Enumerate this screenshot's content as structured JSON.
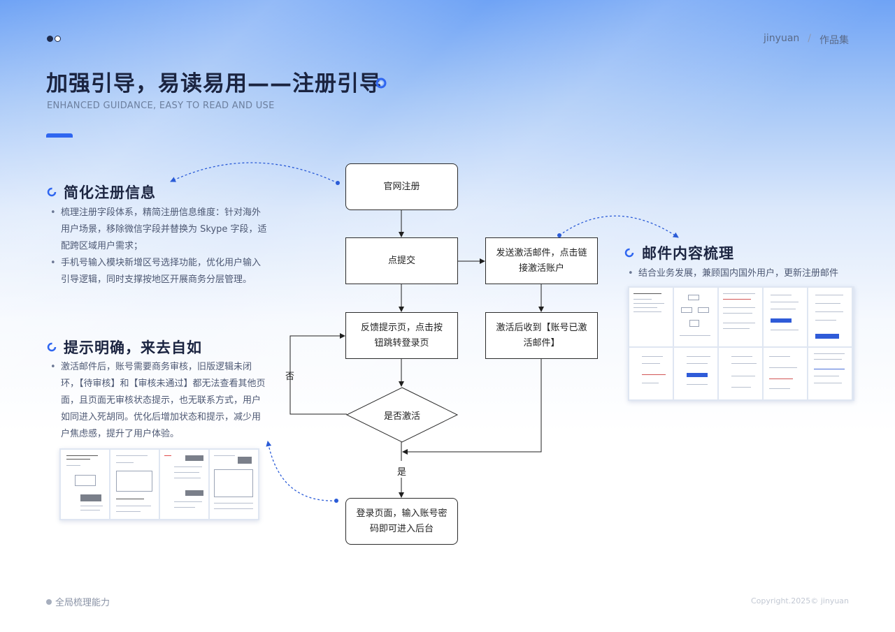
{
  "header": {
    "brand": "jinyuan",
    "separator": "/",
    "nav_item": "作品集",
    "title": "加强引导，易读易用——注册引导",
    "subtitle": "ENHANCED GUIDANCE, EASY TO READ AND USE"
  },
  "sections": {
    "simplify": {
      "title": "简化注册信息",
      "bullets": [
        "梳理注册字段体系，精简注册信息维度：针对海外用户场景，移除微信字段并替换为 Skype 字段，适配跨区域用户需求；",
        "手机号输入模块新增区号选择功能，优化用户输入引导逻辑，同时支撑按地区开展商务分层管理。"
      ]
    },
    "clarity": {
      "title": "提示明确，来去自如",
      "bullets": [
        "激活邮件后，账号需要商务审核，旧版逻辑未闭环，【待审核】和【审核未通过】都无法查看其他页面，且页面无审核状态提示，也无联系方式，用户如同进入死胡同。优化后增加状态和提示，减少用户焦虑感，提升了用户体验。"
      ]
    },
    "email": {
      "title": "邮件内容梳理",
      "bullets": [
        "结合业务发展，兼顾国内国外用户，更新注册邮件"
      ]
    }
  },
  "flowchart": {
    "nodes": {
      "register": "官网注册",
      "submit": "点提交",
      "send_mail": "发送激活邮件，点击链接激活账户",
      "feedback": "反馈提示页，点击按钮跳转登录页",
      "activated_mail": "激活后收到【账号已激活邮件】",
      "decision": "是否激活",
      "login": "登录页面，输入账号密码即可进入后台"
    },
    "labels": {
      "no": "否",
      "yes": "是"
    }
  },
  "footer": {
    "left": "全局梳理能力",
    "right": "Copyright.2025© jinyuan"
  },
  "colors": {
    "accent": "#2f66f0",
    "title": "#1b2440",
    "connector": "#2a5bd7"
  }
}
